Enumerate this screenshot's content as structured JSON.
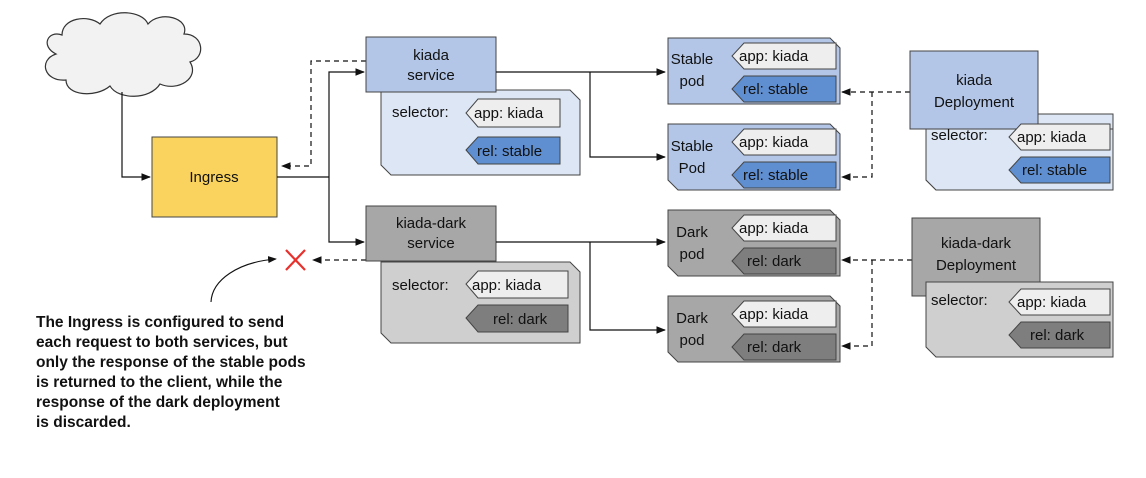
{
  "ingress": {
    "label": "Ingress"
  },
  "stable_service": {
    "name_lines": [
      "kiada",
      "service"
    ],
    "selector_label": "selector:",
    "labels": [
      "app: kiada",
      "rel: stable"
    ]
  },
  "dark_service": {
    "name_lines": [
      "kiada-dark",
      "service"
    ],
    "selector_label": "selector:",
    "labels": [
      "app: kiada",
      "rel: dark"
    ]
  },
  "pods": [
    {
      "name_lines": [
        "Stable",
        "pod"
      ],
      "labels": [
        "app: kiada",
        "rel: stable"
      ]
    },
    {
      "name_lines": [
        "Stable",
        "Pod"
      ],
      "labels": [
        "app: kiada",
        "rel: stable"
      ]
    },
    {
      "name_lines": [
        "Dark",
        "pod"
      ],
      "labels": [
        "app: kiada",
        "rel: dark"
      ]
    },
    {
      "name_lines": [
        "Dark",
        "pod"
      ],
      "labels": [
        "app: kiada",
        "rel: dark"
      ]
    }
  ],
  "stable_deployment": {
    "name_lines": [
      "kiada",
      "Deployment"
    ],
    "selector_label": "selector:",
    "labels": [
      "app: kiada",
      "rel: stable"
    ]
  },
  "dark_deployment": {
    "name_lines": [
      "kiada-dark",
      "Deployment"
    ],
    "selector_label": "selector:",
    "labels": [
      "app: kiada",
      "rel: dark"
    ]
  },
  "annotation": "The Ingress is configured to send\neach request to both services, but\nonly the response of the stable pods\nis returned to the client, while the\nresponse of the dark deployment\nis discarded.",
  "colors": {
    "ingress_fill": "#f9d35e",
    "stable_header": "#b3c6e7",
    "stable_body": "#dde6f5",
    "stable_tag": "#5f8fd0",
    "dark_header": "#a7a7a7",
    "dark_body": "#cfcfcf",
    "dark_tag": "#7e7e7e",
    "tag_light": "#eeeeee",
    "discard_mark": "#e8312c"
  }
}
